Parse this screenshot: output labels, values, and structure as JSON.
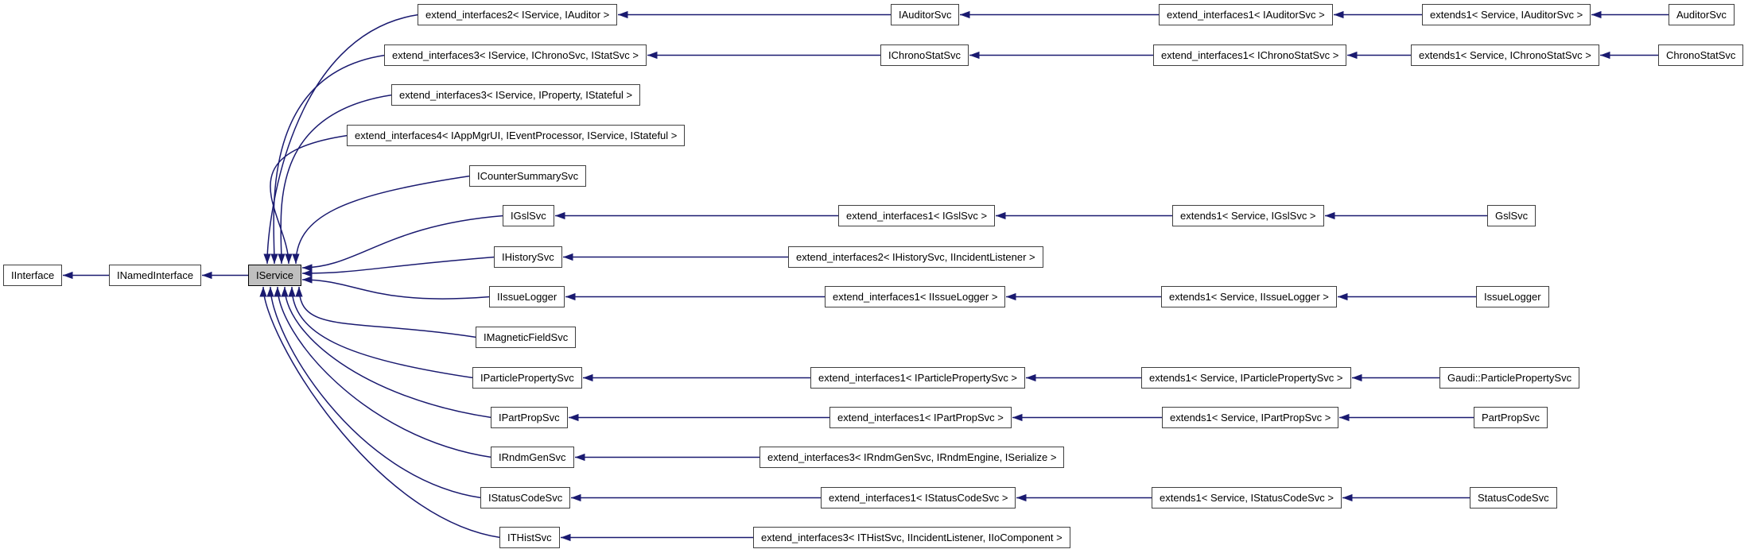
{
  "diagram": {
    "kind": "inheritance-graph",
    "colors": {
      "edge": "#1a1a70",
      "node_border": "#404040",
      "node_fill": "#ffffff",
      "focus_fill": "#bfbfbf"
    },
    "nodes": [
      {
        "id": "iinterface",
        "label": "IInterface"
      },
      {
        "id": "inamedinterface",
        "label": "INamedInterface"
      },
      {
        "id": "iservice",
        "label": "IService",
        "focus": true
      },
      {
        "id": "ei2_svc_auditor",
        "label": "extend_interfaces2< IService, IAuditor >"
      },
      {
        "id": "iauditorsvc",
        "label": "IAuditorSvc"
      },
      {
        "id": "ei1_iauditorsvc",
        "label": "extend_interfaces1< IAuditorSvc >"
      },
      {
        "id": "ex1_service_iauditorsvc",
        "label": "extends1< Service, IAuditorSvc >"
      },
      {
        "id": "auditorsvc",
        "label": "AuditorSvc"
      },
      {
        "id": "ei3_svc_chrono_stat",
        "label": "extend_interfaces3< IService, IChronoSvc, IStatSvc >"
      },
      {
        "id": "ichronostatsvc",
        "label": "IChronoStatSvc"
      },
      {
        "id": "ei1_ichronostatsvc",
        "label": "extend_interfaces1< IChronoStatSvc >"
      },
      {
        "id": "ex1_service_ichronostatsvc",
        "label": "extends1< Service, IChronoStatSvc >"
      },
      {
        "id": "chronostatsvc",
        "label": "ChronoStatSvc"
      },
      {
        "id": "ei3_svc_prop_stateful",
        "label": "extend_interfaces3< IService, IProperty, IStateful >"
      },
      {
        "id": "ei4_appmgr",
        "label": "extend_interfaces4< IAppMgrUI, IEventProcessor, IService, IStateful >"
      },
      {
        "id": "icountersummarysvc",
        "label": "ICounterSummarySvc"
      },
      {
        "id": "igslsvc",
        "label": "IGslSvc"
      },
      {
        "id": "ei1_igslsvc",
        "label": "extend_interfaces1< IGslSvc >"
      },
      {
        "id": "ex1_service_igslsvc",
        "label": "extends1< Service, IGslSvc >"
      },
      {
        "id": "gslsvc",
        "label": "GslSvc"
      },
      {
        "id": "ihistorysvc",
        "label": "IHistorySvc"
      },
      {
        "id": "ei2_ihistorysvc",
        "label": "extend_interfaces2< IHistorySvc, IIncidentListener >"
      },
      {
        "id": "iissuelogger",
        "label": "IIssueLogger"
      },
      {
        "id": "ei1_iissuelogger",
        "label": "extend_interfaces1< IIssueLogger >"
      },
      {
        "id": "ex1_service_iissuelogger",
        "label": "extends1< Service, IIssueLogger >"
      },
      {
        "id": "issuelogger",
        "label": "IssueLogger"
      },
      {
        "id": "imagneticfieldsvc",
        "label": "IMagneticFieldSvc"
      },
      {
        "id": "iparticlepropertysvc",
        "label": "IParticlePropertySvc"
      },
      {
        "id": "ei1_iparticlepropertysvc",
        "label": "extend_interfaces1< IParticlePropertySvc >"
      },
      {
        "id": "ex1_service_iparticlepropertysvc",
        "label": "extends1< Service, IParticlePropertySvc >"
      },
      {
        "id": "gaudi_particlepropertysvc",
        "label": "Gaudi::ParticlePropertySvc"
      },
      {
        "id": "ipartpropsvc",
        "label": "IPartPropSvc"
      },
      {
        "id": "ei1_ipartpropsvc",
        "label": "extend_interfaces1< IPartPropSvc >"
      },
      {
        "id": "ex1_service_ipartpropsvc",
        "label": "extends1< Service, IPartPropSvc >"
      },
      {
        "id": "partpropsvc",
        "label": "PartPropSvc"
      },
      {
        "id": "irndmgensvc",
        "label": "IRndmGenSvc"
      },
      {
        "id": "ei3_irndmgensvc",
        "label": "extend_interfaces3< IRndmGenSvc, IRndmEngine, ISerialize >"
      },
      {
        "id": "istatuscodesvc",
        "label": "IStatusCodeSvc"
      },
      {
        "id": "ei1_istatuscodesvc",
        "label": "extend_interfaces1< IStatusCodeSvc >"
      },
      {
        "id": "ex1_service_istatuscodesvc",
        "label": "extends1< Service, IStatusCodeSvc >"
      },
      {
        "id": "statuscodesvc",
        "label": "StatusCodeSvc"
      },
      {
        "id": "ithistsvc",
        "label": "ITHistSvc"
      },
      {
        "id": "ei3_ithistsvc",
        "label": "extend_interfaces3< ITHistSvc, IIncidentListener, IIoComponent >"
      }
    ],
    "edges": [
      {
        "from": "inamedinterface",
        "to": "iinterface"
      },
      {
        "from": "iservice",
        "to": "inamedinterface"
      },
      {
        "from": "ei2_svc_auditor",
        "to": "iservice"
      },
      {
        "from": "ei3_svc_chrono_stat",
        "to": "iservice"
      },
      {
        "from": "ei3_svc_prop_stateful",
        "to": "iservice"
      },
      {
        "from": "ei4_appmgr",
        "to": "iservice"
      },
      {
        "from": "icountersummarysvc",
        "to": "iservice"
      },
      {
        "from": "igslsvc",
        "to": "iservice"
      },
      {
        "from": "ihistorysvc",
        "to": "iservice"
      },
      {
        "from": "iissuelogger",
        "to": "iservice"
      },
      {
        "from": "imagneticfieldsvc",
        "to": "iservice"
      },
      {
        "from": "iparticlepropertysvc",
        "to": "iservice"
      },
      {
        "from": "ipartpropsvc",
        "to": "iservice"
      },
      {
        "from": "irndmgensvc",
        "to": "iservice"
      },
      {
        "from": "istatuscodesvc",
        "to": "iservice"
      },
      {
        "from": "ithistsvc",
        "to": "iservice"
      },
      {
        "from": "iauditorsvc",
        "to": "ei2_svc_auditor"
      },
      {
        "from": "ei1_iauditorsvc",
        "to": "iauditorsvc"
      },
      {
        "from": "ex1_service_iauditorsvc",
        "to": "ei1_iauditorsvc"
      },
      {
        "from": "auditorsvc",
        "to": "ex1_service_iauditorsvc"
      },
      {
        "from": "ichronostatsvc",
        "to": "ei3_svc_chrono_stat"
      },
      {
        "from": "ei1_ichronostatsvc",
        "to": "ichronostatsvc"
      },
      {
        "from": "ex1_service_ichronostatsvc",
        "to": "ei1_ichronostatsvc"
      },
      {
        "from": "chronostatsvc",
        "to": "ex1_service_ichronostatsvc"
      },
      {
        "from": "ei1_igslsvc",
        "to": "igslsvc"
      },
      {
        "from": "ex1_service_igslsvc",
        "to": "ei1_igslsvc"
      },
      {
        "from": "gslsvc",
        "to": "ex1_service_igslsvc"
      },
      {
        "from": "ei2_ihistorysvc",
        "to": "ihistorysvc"
      },
      {
        "from": "ei1_iissuelogger",
        "to": "iissuelogger"
      },
      {
        "from": "ex1_service_iissuelogger",
        "to": "ei1_iissuelogger"
      },
      {
        "from": "issuelogger",
        "to": "ex1_service_iissuelogger"
      },
      {
        "from": "ei1_iparticlepropertysvc",
        "to": "iparticlepropertysvc"
      },
      {
        "from": "ex1_service_iparticlepropertysvc",
        "to": "ei1_iparticlepropertysvc"
      },
      {
        "from": "gaudi_particlepropertysvc",
        "to": "ex1_service_iparticlepropertysvc"
      },
      {
        "from": "ei1_ipartpropsvc",
        "to": "ipartpropsvc"
      },
      {
        "from": "ex1_service_ipartpropsvc",
        "to": "ei1_ipartpropsvc"
      },
      {
        "from": "partpropsvc",
        "to": "ex1_service_ipartpropsvc"
      },
      {
        "from": "ei3_irndmgensvc",
        "to": "irndmgensvc"
      },
      {
        "from": "ei1_istatuscodesvc",
        "to": "istatuscodesvc"
      },
      {
        "from": "ex1_service_istatuscodesvc",
        "to": "ei1_istatuscodesvc"
      },
      {
        "from": "statuscodesvc",
        "to": "ex1_service_istatuscodesvc"
      },
      {
        "from": "ei3_ithistsvc",
        "to": "ithistsvc"
      }
    ]
  }
}
